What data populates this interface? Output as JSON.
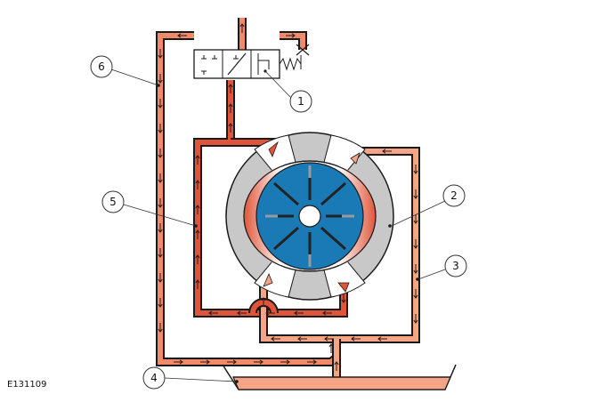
{
  "figure_code": "E131109",
  "callouts": [
    {
      "id": "1",
      "label": "1"
    },
    {
      "id": "2",
      "label": "2"
    },
    {
      "id": "3",
      "label": "3"
    },
    {
      "id": "4",
      "label": "4"
    },
    {
      "id": "5",
      "label": "5"
    },
    {
      "id": "6",
      "label": "6"
    }
  ],
  "colors": {
    "pressure_red": "#e0553a",
    "return_salmon": "#f08a6a",
    "suction_light": "#f5a486",
    "rotor_blue": "#1a7ab5",
    "ring_gray": "#c8c8c8",
    "outline": "#1a1a1a"
  },
  "icons": [
    "valve-spring-icon",
    "valve-orifice-icon",
    "flow-arrow-icon"
  ]
}
